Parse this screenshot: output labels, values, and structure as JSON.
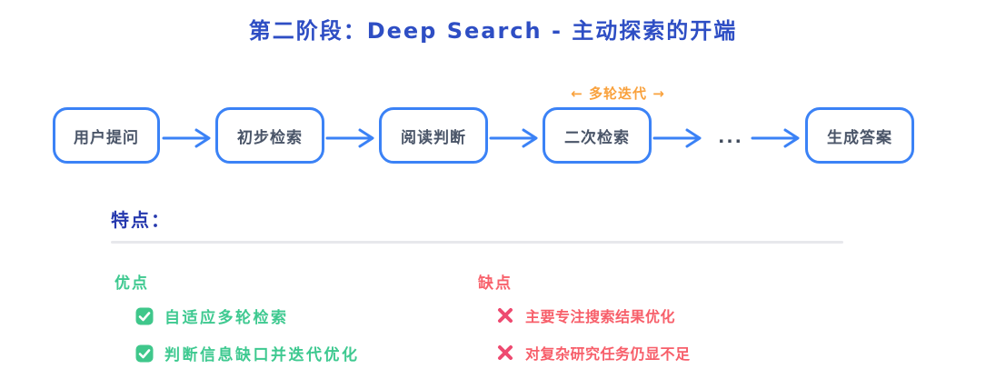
{
  "title": {
    "text": "第二阶段：Deep Search - 主动探索的开端",
    "color": "#2e4ec4"
  },
  "flowchart": {
    "nodes": [
      {
        "label": "用户提问"
      },
      {
        "label": "初步检索"
      },
      {
        "label": "阅读判断"
      },
      {
        "label": "二次检索"
      },
      {
        "label": "生成答案"
      }
    ],
    "ellipsis": "...",
    "iteration_label": "← 多轮迭代 →",
    "colors": {
      "node_border": "#3b82f6",
      "node_text": "#4a5568",
      "arrow": "#3b82f6",
      "iteration_label": "#f9a13c",
      "ellipsis": "#3f4a5b"
    }
  },
  "features": {
    "heading": "特点：",
    "heading_color": "#2639ae",
    "divider_color": "#e7e8ec",
    "pros": {
      "heading": "优点",
      "color": "#3ec990",
      "icon": "check-icon",
      "icon_color": "#3fc78b",
      "items": [
        "自适应多轮检索",
        "判断信息缺口并迭代优化"
      ]
    },
    "cons": {
      "heading": "缺点",
      "color": "#f75f6a",
      "icon": "x-icon",
      "icon_color": "#ee4a70",
      "items": [
        "主要专注搜索结果优化",
        "对复杂研究任务仍显不足"
      ]
    }
  }
}
